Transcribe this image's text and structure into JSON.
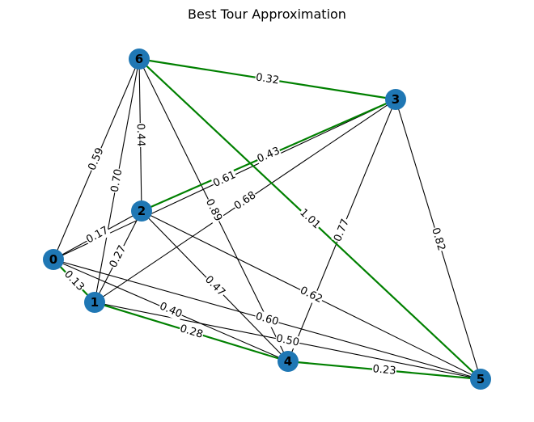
{
  "title": "Best Tour Approximation",
  "colors": {
    "node": "#1f77b4",
    "edge": "#000000",
    "tour_edge": "#008000"
  },
  "graph": {
    "nodes": [
      {
        "id": "0",
        "label": "0"
      },
      {
        "id": "1",
        "label": "1"
      },
      {
        "id": "2",
        "label": "2"
      },
      {
        "id": "3",
        "label": "3"
      },
      {
        "id": "4",
        "label": "4"
      },
      {
        "id": "5",
        "label": "5"
      },
      {
        "id": "6",
        "label": "6"
      }
    ],
    "edges": [
      {
        "source": "0",
        "target": "1",
        "weight": "0.13",
        "in_tour": true
      },
      {
        "source": "0",
        "target": "2",
        "weight": "0.17",
        "in_tour": false
      },
      {
        "source": "0",
        "target": "6",
        "weight": "0.59",
        "in_tour": false
      },
      {
        "source": "0",
        "target": "3",
        "weight": "0.61",
        "in_tour": false
      },
      {
        "source": "0",
        "target": "4",
        "weight": "0.40",
        "in_tour": false
      },
      {
        "source": "0",
        "target": "5",
        "weight": "0.60",
        "in_tour": false
      },
      {
        "source": "1",
        "target": "2",
        "weight": "0.27",
        "in_tour": false
      },
      {
        "source": "1",
        "target": "6",
        "weight": "0.70",
        "in_tour": false
      },
      {
        "source": "1",
        "target": "3",
        "weight": "0.68",
        "in_tour": false
      },
      {
        "source": "1",
        "target": "4",
        "weight": "0.28",
        "in_tour": true
      },
      {
        "source": "1",
        "target": "5",
        "weight": "0.50",
        "in_tour": false
      },
      {
        "source": "2",
        "target": "6",
        "weight": "0.44",
        "in_tour": false
      },
      {
        "source": "2",
        "target": "3",
        "weight": "0.43",
        "in_tour": true
      },
      {
        "source": "2",
        "target": "4",
        "weight": "0.47",
        "in_tour": false
      },
      {
        "source": "2",
        "target": "5",
        "weight": "0.62",
        "in_tour": false
      },
      {
        "source": "6",
        "target": "3",
        "weight": "0.32",
        "in_tour": true
      },
      {
        "source": "6",
        "target": "4",
        "weight": "0.89",
        "in_tour": false
      },
      {
        "source": "6",
        "target": "5",
        "weight": "1.01",
        "in_tour": true
      },
      {
        "source": "3",
        "target": "4",
        "weight": "0.77",
        "in_tour": false
      },
      {
        "source": "3",
        "target": "5",
        "weight": "0.82",
        "in_tour": false
      },
      {
        "source": "4",
        "target": "5",
        "weight": "0.23",
        "in_tour": true
      }
    ]
  }
}
